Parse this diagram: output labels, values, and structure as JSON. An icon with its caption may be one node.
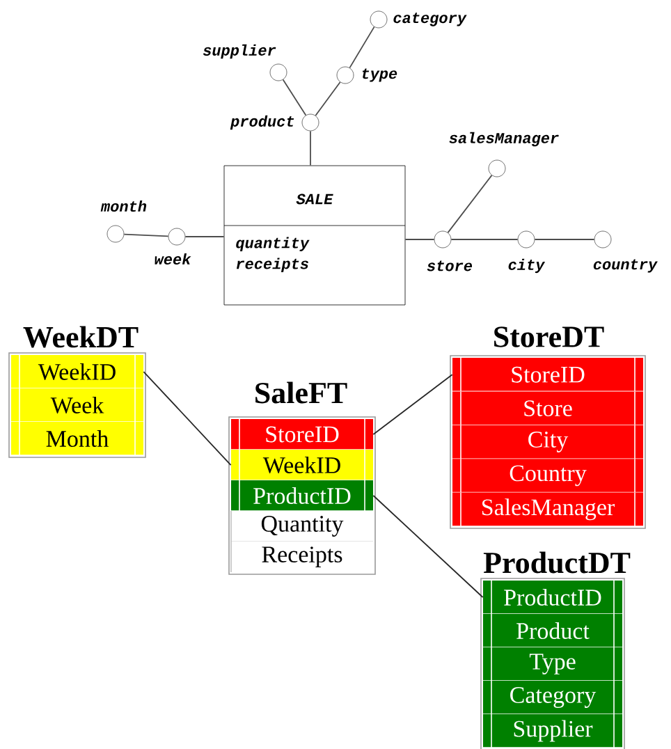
{
  "diagram": {
    "nodes": [
      {
        "text": [
          "SALE",
          "quantity receipts"
        ]
      },
      {
        "text": [],
        "shape": "circle",
        "beside": [
          "product"
        ]
      },
      {
        "text": [],
        "shape": "circle",
        "beside": [
          "supplier"
        ]
      },
      {
        "text": [],
        "shape": "circle",
        "beside": [
          "type"
        ]
      },
      {
        "text": [],
        "shape": "circle",
        "beside": [
          "category"
        ]
      },
      {
        "text": [],
        "shape": "circle",
        "beside": [
          "month"
        ]
      },
      {
        "text": [],
        "shape": "circle",
        "beside": [
          "week"
        ]
      },
      {
        "text": [],
        "shape": "circle",
        "beside": [
          "store"
        ]
      },
      {
        "text": [],
        "shape": "circle",
        "beside": [
          "salesManager"
        ]
      },
      {
        "text": [],
        "shape": "circle",
        "beside": [
          "city"
        ]
      },
      {
        "text": [],
        "shape": "circle",
        "beside": [
          "country"
        ]
      },
      {
        "text": [
          "WeekDT"
        ]
      },
      {
        "text": [
          "WeekID"
        ],
        "in": 11
      },
      {
        "text": [
          "Week"
        ],
        "in": 11
      },
      {
        "text": [
          "Month"
        ],
        "in": 11
      },
      {
        "text": [
          "SaleFT"
        ]
      },
      {
        "text": [
          "StoreID"
        ],
        "in": 15
      },
      {
        "text": [
          "WeekID"
        ],
        "in": 15
      },
      {
        "text": [
          "ProductID"
        ],
        "in": 15
      },
      {
        "text": [
          "Quantity"
        ],
        "in": 15
      },
      {
        "text": [
          "Receipts"
        ],
        "in": 15
      },
      {
        "text": [
          "StoreDT"
        ]
      },
      {
        "text": [
          "StoreID"
        ],
        "in": 21
      },
      {
        "text": [
          "Store"
        ],
        "in": 21
      },
      {
        "text": [
          "City"
        ],
        "in": 21
      },
      {
        "text": [
          "Country"
        ],
        "in": 21
      },
      {
        "text": [
          "SalesManager"
        ],
        "in": 21
      },
      {
        "text": [
          "ProductDT"
        ]
      },
      {
        "text": [
          "ProductID"
        ],
        "in": 27
      },
      {
        "text": [
          "Product"
        ],
        "in": 27
      },
      {
        "text": [
          "Type"
        ],
        "in": 27
      },
      {
        "text": [
          "Category"
        ],
        "in": 27
      },
      {
        "text": [
          "Supplier"
        ],
        "in": 27
      }
    ],
    "edges": [
      {
        "from": 0,
        "to": 1,
        "arrow": "none"
      },
      {
        "from": 1,
        "to": 2,
        "arrow": "none"
      },
      {
        "from": 1,
        "to": 3,
        "arrow": "none"
      },
      {
        "from": 3,
        "to": 4,
        "arrow": "none"
      },
      {
        "from": 0,
        "to": 6,
        "arrow": "none"
      },
      {
        "from": 6,
        "to": 5,
        "arrow": "none"
      },
      {
        "from": 0,
        "to": 7,
        "arrow": "none"
      },
      {
        "from": 7,
        "to": 8,
        "arrow": "none"
      },
      {
        "from": 7,
        "to": 9,
        "arrow": "none"
      },
      {
        "from": 9,
        "to": 10,
        "arrow": "none"
      },
      {
        "from": 12,
        "to": 17,
        "arrow": "none"
      },
      {
        "from": 16,
        "to": 22,
        "arrow": "none"
      },
      {
        "from": 18,
        "to": 28,
        "arrow": "none"
      }
    ]
  }
}
